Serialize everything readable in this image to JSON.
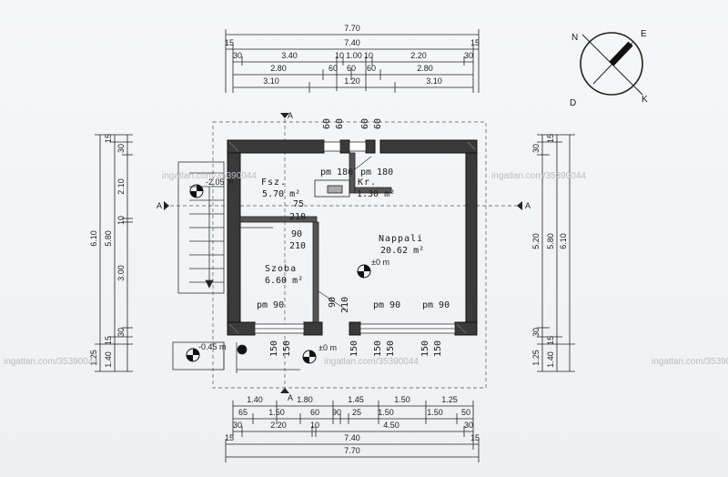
{
  "top_dims": {
    "row1": [
      "7.70"
    ],
    "row2": [
      "15",
      "7.40",
      "15"
    ],
    "row3": [
      "30",
      "3.40",
      "10",
      "1.00",
      "10",
      "2.20",
      "30"
    ],
    "row4": [
      "2.80",
      "60",
      "60",
      "60",
      "2.80"
    ],
    "row5": [
      "3.10",
      "1.20",
      "3.10"
    ]
  },
  "bottom_dims": {
    "row1": [
      "1.40",
      "1.80",
      "1.45",
      "1.50",
      "1.25"
    ],
    "row2": [
      "65",
      "1.50",
      "60",
      "90",
      "25",
      "1.50",
      "1.50",
      "50"
    ],
    "row3": [
      "30",
      "2.20",
      "10",
      "4.50",
      "30"
    ],
    "row4": [
      "15",
      "7.40",
      "15"
    ],
    "row5": [
      "7.70"
    ]
  },
  "left_dims": {
    "outer": "6.10",
    "mid": "5.80",
    "segments": [
      "15",
      "30",
      "2.10",
      "10",
      "3.00",
      "30",
      "15",
      "1.25",
      "1.40"
    ]
  },
  "right_dims": {
    "outer": "6.10",
    "mid": "5.80",
    "inner": "5.20",
    "segments": [
      "15",
      "30",
      "30",
      "15",
      "1.40",
      "1.25"
    ]
  },
  "rooms": [
    {
      "name": "Fsz.",
      "area": "5.70 m²"
    },
    {
      "name": "Kr.",
      "area": "1.30 m²"
    },
    {
      "name": "Nappali",
      "area": "20.62 m²"
    },
    {
      "name": "Szoba",
      "area": "6.60 m²"
    }
  ],
  "openings": {
    "pm180_a": "pm 180",
    "pm180_b": "pm 180",
    "pm90_a": "pm 90",
    "pm90_b": "pm 90",
    "pm90_c": "pm 90",
    "d75": "75",
    "d210a": "210",
    "d90": "90",
    "d210b": "210",
    "d90v": "90",
    "d210v": "210",
    "top60a": "60",
    "top60b": "60",
    "top60c": "60",
    "top60d": "60"
  },
  "levels": {
    "ext_top": "-2.05 m",
    "ext_bottom": "-0.45 m",
    "inner": "±0 m",
    "porch": "±0 m"
  },
  "window_bottom": {
    "a": "150",
    "b": "150",
    "c": "150",
    "d": "150",
    "e": "150",
    "f": "150",
    "g": "150"
  },
  "section_marks": {
    "a": "A",
    "b": "A",
    "c": "A",
    "d": "A"
  },
  "compass": {
    "n": "N",
    "e": "E",
    "d": "D",
    "k": "K"
  },
  "watermark": "ingatlan.com/35390044"
}
